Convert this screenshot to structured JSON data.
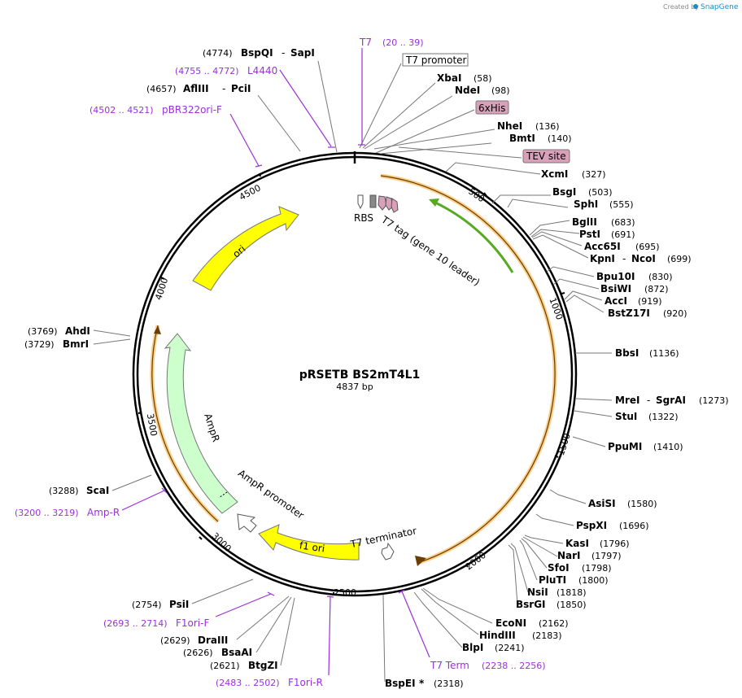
{
  "credit": {
    "prefix": "Created by",
    "brand": "SnapGene"
  },
  "plasmid": {
    "name": "pRSETB BS2mT4L1",
    "length": "4837 bp",
    "total": 4837
  },
  "ticks": [
    "500",
    "1000",
    "1500",
    "2000",
    "2500",
    "3000",
    "3500",
    "4000",
    "4500"
  ],
  "features": [
    {
      "name": "ori",
      "label": "ori",
      "color": "#ffff00"
    },
    {
      "name": "ampr",
      "label": "AmpR",
      "color": "#ccffcc"
    },
    {
      "name": "ampr-promoter",
      "label": "AmpR promoter",
      "color": "#ffffff"
    },
    {
      "name": "f1-ori",
      "label": "f1 ori",
      "color": "#ffff00"
    },
    {
      "name": "t7-terminator",
      "label": "T7 terminator",
      "color": "#ffffff"
    },
    {
      "name": "rbs",
      "label": "RBS",
      "color": "#ffffff"
    },
    {
      "name": "t7-tag",
      "label": "T7 tag (gene 10 leader)",
      "color": "#d9a0b9"
    }
  ],
  "boxed_labels": {
    "t7_promoter": "T7 promoter",
    "his": "6xHis",
    "tev": "TEV site"
  },
  "sites": {
    "bspqi": {
      "pos": "(4774)",
      "name": "BspQI",
      "name2": "SapI"
    },
    "afliii": {
      "pos": "(4657)",
      "name": "AflIII",
      "name2": "PciI"
    },
    "xbai": {
      "name": "XbaI",
      "pos": "(58)"
    },
    "ndei": {
      "name": "NdeI",
      "pos": "(98)"
    },
    "nhei": {
      "name": "NheI",
      "pos": "(136)"
    },
    "bmti": {
      "name": "BmtI",
      "pos": "(140)"
    },
    "xcmi": {
      "name": "XcmI",
      "pos": "(327)"
    },
    "bsgi": {
      "name": "BsgI",
      "pos": "(503)"
    },
    "sphi": {
      "name": "SphI",
      "pos": "(555)"
    },
    "bglii": {
      "name": "BglII",
      "pos": "(683)"
    },
    "psti": {
      "name": "PstI",
      "pos": "(691)"
    },
    "acc65i": {
      "name": "Acc65I",
      "pos": "(695)"
    },
    "kpni": {
      "name": "KpnI",
      "name2": "NcoI",
      "pos": "(699)"
    },
    "bpu10i": {
      "name": "Bpu10I",
      "pos": "(830)"
    },
    "bsiwi": {
      "name": "BsiWI",
      "pos": "(872)"
    },
    "acci": {
      "name": "AccI",
      "pos": "(919)"
    },
    "bstz17i": {
      "name": "BstZ17I",
      "pos": "(920)"
    },
    "bbsi": {
      "name": "BbsI",
      "pos": "(1136)"
    },
    "mrei": {
      "name": "MreI",
      "name2": "SgrAI",
      "pos": "(1273)"
    },
    "stui": {
      "name": "StuI",
      "pos": "(1322)"
    },
    "ppumi": {
      "name": "PpuMI",
      "pos": "(1410)"
    },
    "assi": {
      "name": "AsiSI",
      "pos": "(1580)"
    },
    "pspxi": {
      "name": "PspXI",
      "pos": "(1696)"
    },
    "kasi": {
      "name": "KasI",
      "pos": "(1796)"
    },
    "nari": {
      "name": "NarI",
      "pos": "(1797)"
    },
    "sfoi": {
      "name": "SfoI",
      "pos": "(1798)"
    },
    "pluti": {
      "name": "PluTI",
      "pos": "(1800)"
    },
    "nsii": {
      "name": "NsiI",
      "pos": "(1818)"
    },
    "bsrgi": {
      "name": "BsrGI",
      "pos": "(1850)"
    },
    "econi": {
      "name": "EcoNI",
      "pos": "(2162)"
    },
    "hindiii": {
      "name": "HindIII",
      "pos": "(2183)"
    },
    "blpi": {
      "name": "BlpI",
      "pos": "(2241)"
    },
    "bspei": {
      "name": "BspEI",
      "star": "*",
      "pos": "(2318)"
    },
    "btgzi": {
      "pos": "(2621)",
      "name": "BtgZI"
    },
    "bsaai": {
      "pos": "(2626)",
      "name": "BsaAI"
    },
    "draiii": {
      "pos": "(2629)",
      "name": "DraIII"
    },
    "psii": {
      "pos": "(2754)",
      "name": "PsiI"
    },
    "scai": {
      "pos": "(3288)",
      "name": "ScaI"
    },
    "bmri": {
      "pos": "(3729)",
      "name": "BmrI"
    },
    "ahdi": {
      "pos": "(3769)",
      "name": "AhdI"
    }
  },
  "primers": {
    "t7": {
      "name": "T7",
      "pos": "(20 .. 39)"
    },
    "l4440": {
      "pos": "(4755 .. 4772)",
      "name": "L4440"
    },
    "pbr322": {
      "pos": "(4502 .. 4521)",
      "name": "pBR322ori-F"
    },
    "t7term": {
      "name": "T7 Term",
      "pos": "(2238 .. 2256)"
    },
    "f1orir": {
      "pos": "(2483 .. 2502)",
      "name": "F1ori-R"
    },
    "f1orif": {
      "pos": "(2693 .. 2714)",
      "name": "F1ori-F"
    },
    "ampr": {
      "pos": "(3200 .. 3219)",
      "name": "Amp-R"
    }
  },
  "colors": {
    "backbone": "#000000",
    "orf": "#f5a623",
    "t7tag_arrow": "#55aa22",
    "primer": "#9b30d9",
    "leader": "#777777"
  }
}
